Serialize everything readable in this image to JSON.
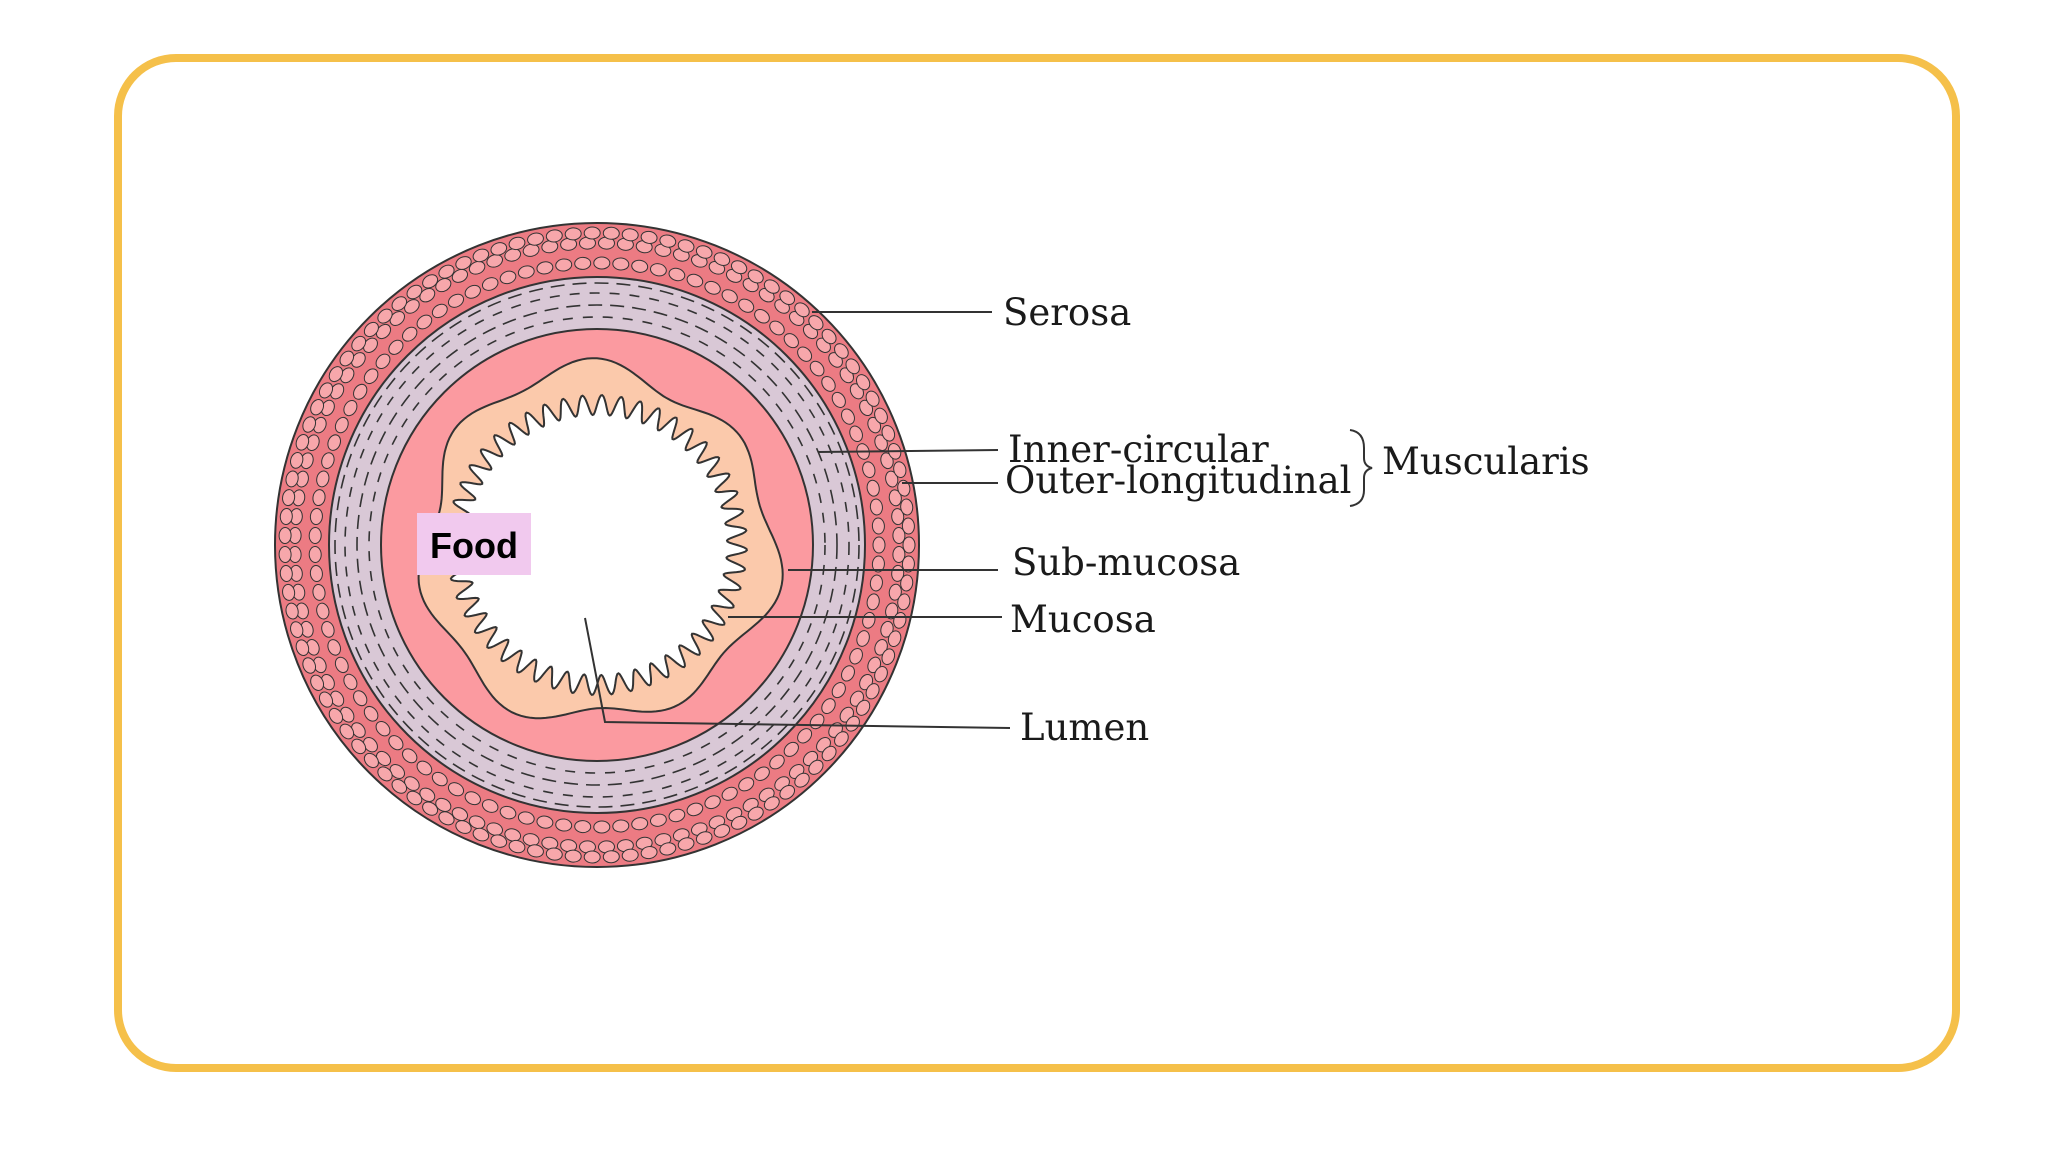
{
  "colors": {
    "frame": "#f5c04a",
    "serosa_fill": "#ec7b83",
    "serosa_cell_fill": "#f7a7ab",
    "muscularis_fill": "#d9c8d6",
    "submucosa_fill": "#fb9aa0",
    "mucosa_fill": "#fbc9ab",
    "lumen_fill": "#ffffff",
    "food_bg": "#f1c9ee",
    "line": "#333333"
  },
  "diagram": {
    "food_label": "Food",
    "labels": {
      "serosa": "Serosa",
      "inner_circular": "Inner-circular",
      "outer_longitudinal": "Outer-longitudinal",
      "muscularis": "Muscularis",
      "sub_mucosa": "Sub-mucosa",
      "mucosa": "Mucosa",
      "lumen": "Lumen"
    }
  }
}
